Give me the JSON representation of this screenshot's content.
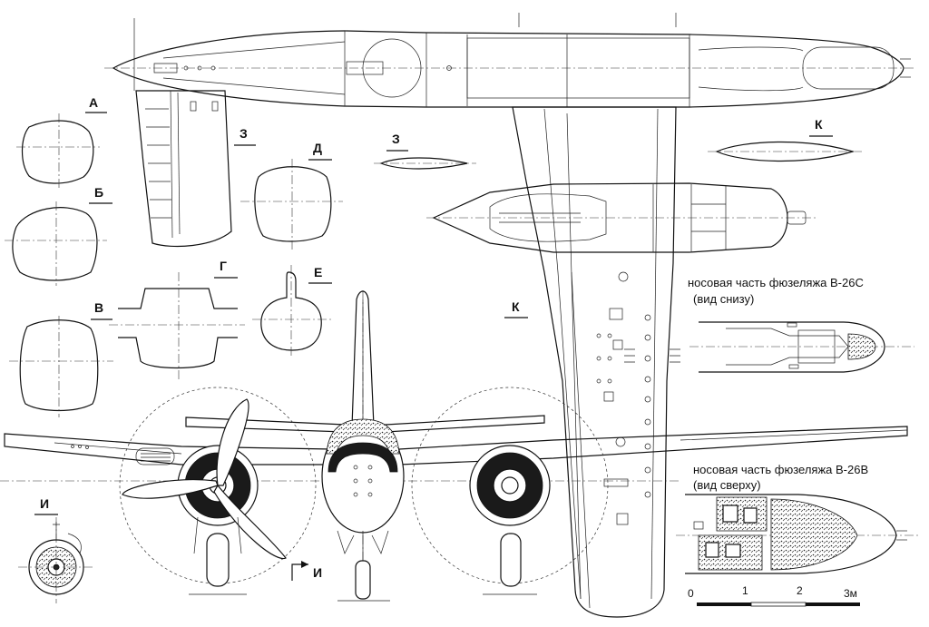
{
  "section_labels": {
    "A": "А",
    "B": "Б",
    "V": "В",
    "G": "Г",
    "D": "Д",
    "E": "Е",
    "Z1": "З",
    "Z2": "З",
    "K1": "К",
    "K2": "К",
    "I1": "И",
    "I2": "И"
  },
  "captions": {
    "b26c_line1": "носовая часть фюзеляжа B-26C",
    "b26c_line2": "(вид снизу)",
    "b26b_line1": "носовая часть фюзеляжа B-26B",
    "b26b_line2": "(вид сверху)"
  },
  "scale": {
    "t0": "0",
    "t1": "1",
    "t2": "2",
    "t3": "3м"
  }
}
